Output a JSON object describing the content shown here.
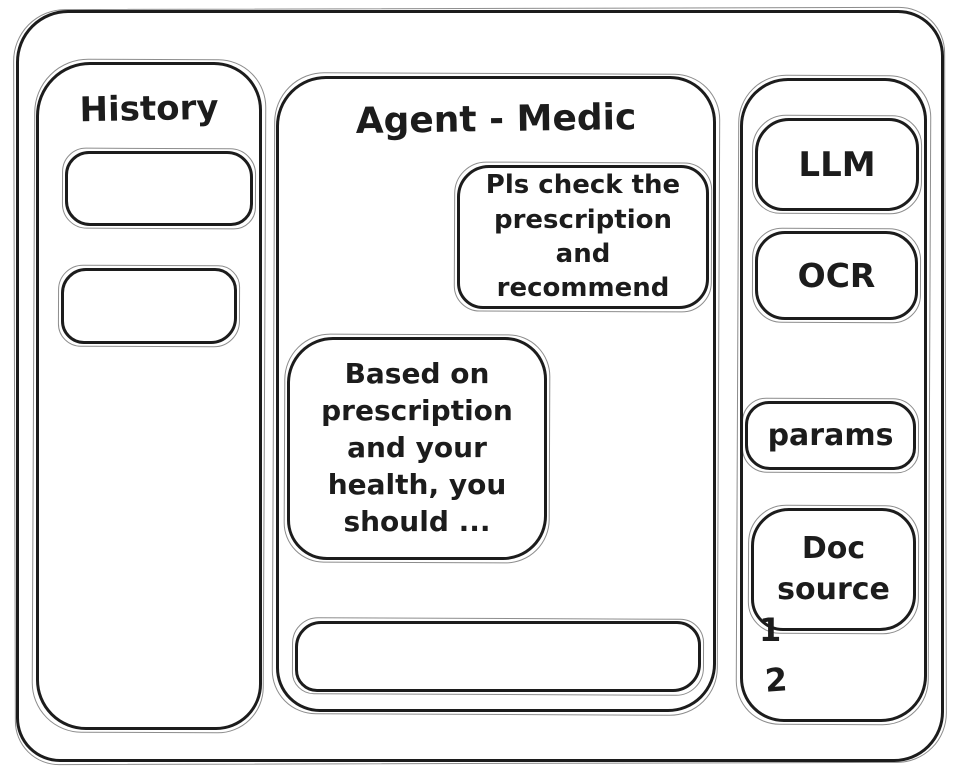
{
  "window": {
    "title": "Agent - Medic"
  },
  "history_panel": {
    "title": "History",
    "items": [
      {
        "label": ""
      },
      {
        "label": ""
      }
    ]
  },
  "chat_panel": {
    "title": "Agent - Medic",
    "messages": [
      {
        "role": "user",
        "align": "right",
        "text": "Pls check the prescription and recommend"
      },
      {
        "role": "assistant",
        "align": "left",
        "text": "Based on prescription and your health, you should ..."
      }
    ],
    "composer": {
      "value": "",
      "placeholder": ""
    }
  },
  "tools_panel": {
    "buttons": [
      {
        "label": "LLM"
      },
      {
        "label": "OCR"
      },
      {
        "label": "params"
      },
      {
        "label": "Doc source"
      }
    ],
    "doc_source_items": [
      {
        "label": "1"
      },
      {
        "label": "2"
      }
    ]
  },
  "colors": {
    "stroke": "#1c1c1c",
    "background": "#ffffff"
  }
}
